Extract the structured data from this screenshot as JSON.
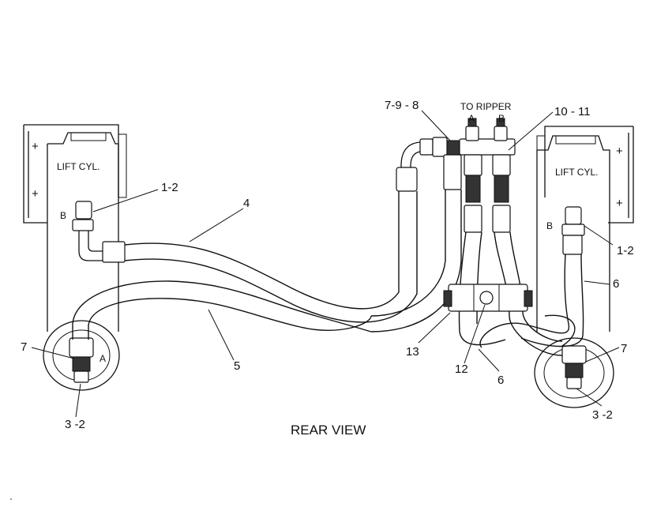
{
  "diagram": {
    "caption": "REAR VIEW",
    "cylinder_left_label": "LIFT CYL.",
    "cylinder_right_label": "LIFT CYL.",
    "ripper_label": "TO RIPPER",
    "port_a_top": "A",
    "port_b_top": "B",
    "left_port_b": "B",
    "left_port_a": "A",
    "right_port_b": "B",
    "plus": "+",
    "callouts": {
      "left_1_2": "1-2",
      "top_4": "4",
      "top_7_9_8": "7-9 - 8",
      "top_10_11": "10 - 11",
      "right_1_2": "1-2",
      "right_6_upper": "6",
      "left_7": "7",
      "left_3_2": "3 -2",
      "center_5": "5",
      "center_13": "13",
      "center_12": "12",
      "center_6_lower": "6",
      "right_7": "7",
      "right_3_2": "3 -2"
    }
  }
}
